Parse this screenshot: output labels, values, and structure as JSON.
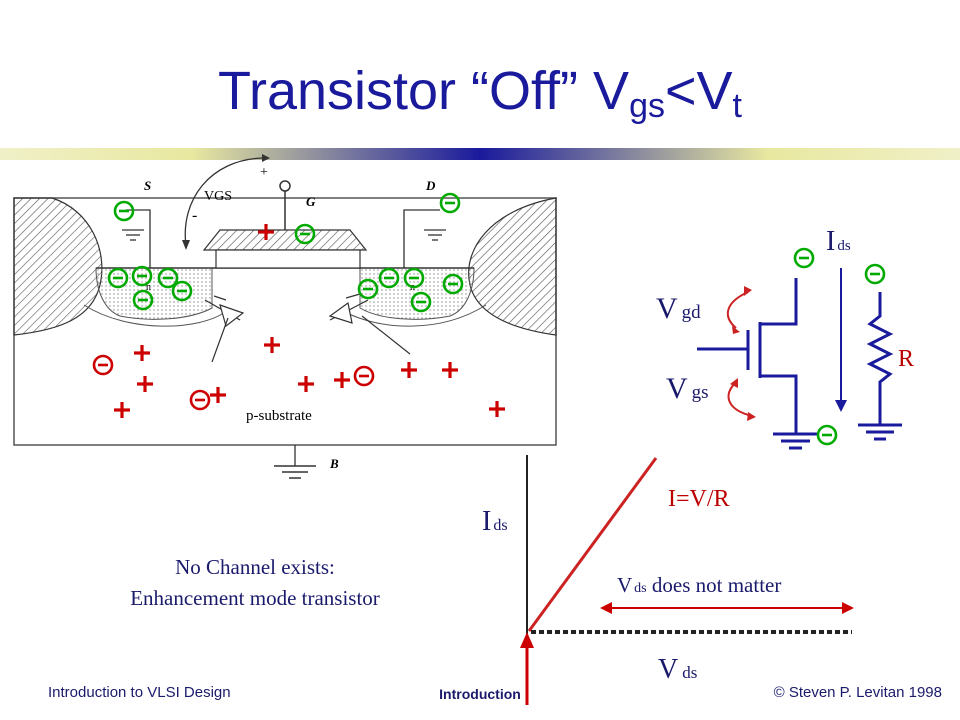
{
  "slide": {
    "title_main": "Transistor “Off” V",
    "title_sub1": "gs",
    "title_mid": "<V",
    "title_sub2": "t"
  },
  "cross_section": {
    "source_label": "S",
    "drain_label": "D",
    "gate_label": "G",
    "vgs_label": "VGS",
    "plus_sign": "+",
    "minus_sign": "-",
    "substrate_label": "p-substrate",
    "bulk_label": "B",
    "n_label": "n"
  },
  "circuit": {
    "ids_main": "I",
    "ids_sub": "ds",
    "vgd_main": "V",
    "vgd_sub": "gd",
    "vgs_main": "V",
    "vgs_sub": "gs",
    "resistor_label": "R"
  },
  "graph": {
    "y_main": "I",
    "y_sub": "ds",
    "x_main": "V",
    "x_sub": "ds",
    "line_label": "I=V/R",
    "note_main": "V",
    "note_sub": "ds",
    "note_rest": " does not matter"
  },
  "captions": {
    "line1": "No Channel exists:",
    "line2": "Enhancement mode transistor"
  },
  "footer": {
    "left": "Introduction to VLSI Design",
    "center": "Introduction",
    "right": "© Steven P. Levitan 1998"
  },
  "colors": {
    "title": "#1a1a9c",
    "plus": "#cc0000",
    "electron_green": "#00aa00",
    "electron_red": "#cc0000",
    "label_red": "#bb0000",
    "circuit_blue": "#1a1a9c"
  }
}
